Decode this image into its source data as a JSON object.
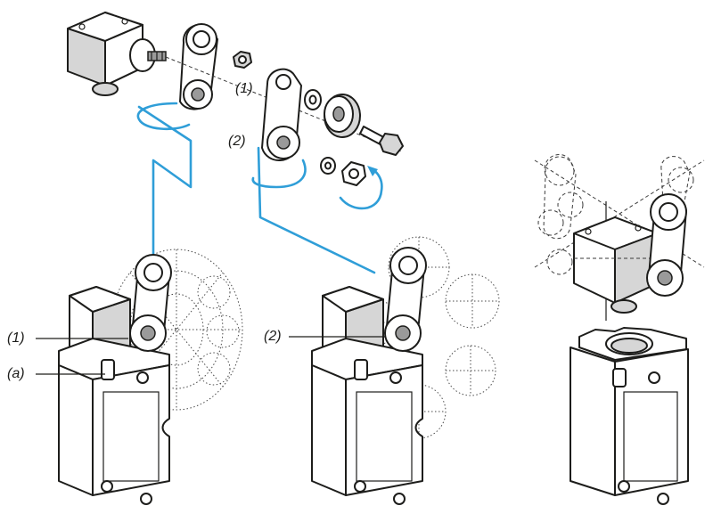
{
  "labels": {
    "top_1": "(1)",
    "top_2": "(2)",
    "left_1": "(1)",
    "left_a": "(a)",
    "mid_2": "(2)"
  },
  "colors": {
    "blue_arrow": "#2f9ed8",
    "outline": "#1d1d1b"
  }
}
